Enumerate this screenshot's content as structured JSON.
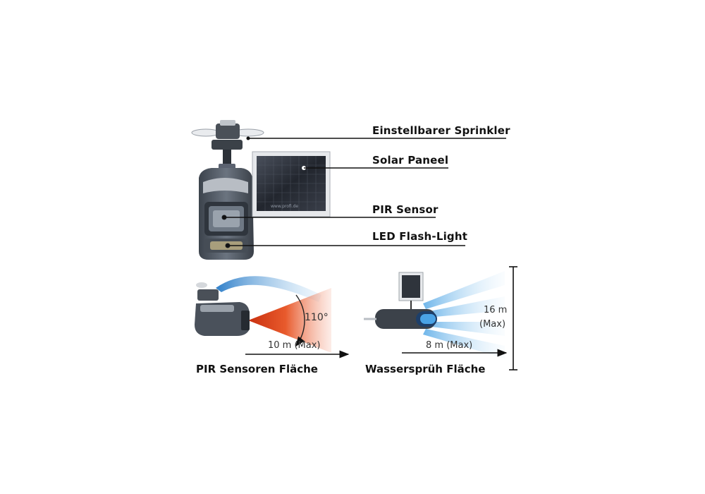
{
  "callouts": {
    "sprinkler": "Einstellbarer Sprinkler",
    "solar": "Solar Paneel",
    "pir": "PIR Sensor",
    "led": "LED Flash-Light"
  },
  "pir_area": {
    "caption": "PIR Sensoren Fläche",
    "angle": "110°",
    "range": "10 m (Max)"
  },
  "spray_area": {
    "caption": "Wassersprüh Fläche",
    "range": "8 m (Max)",
    "height_value": "16 m",
    "height_note": "(Max)"
  },
  "watermark": "www.profi.de",
  "colors": {
    "device_body": "#5b6470",
    "device_dark": "#2f353d",
    "panel": "#2b2f38",
    "pir_beam": "#e2431c",
    "spray": "#8cc8f0",
    "arrow": "#111111"
  }
}
